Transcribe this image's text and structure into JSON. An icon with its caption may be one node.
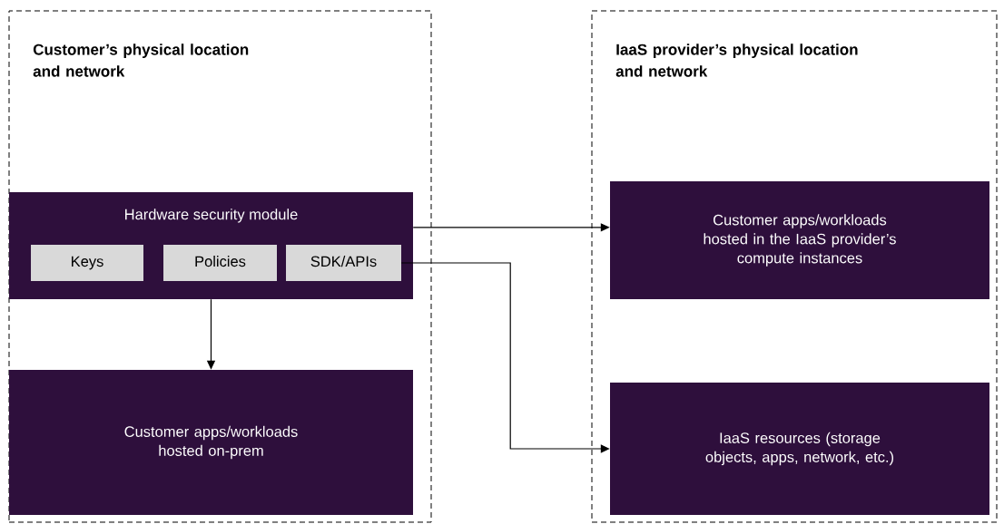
{
  "diagram": {
    "nodes": [
      {
        "text": [
          "Customer’s physical location and network"
        ]
      },
      {
        "text": [
          "IaaS provider’s physical location and network"
        ]
      },
      {
        "text": [
          "Hardware security module"
        ],
        "in": 0
      },
      {
        "text": [
          "Keys"
        ],
        "in": 2
      },
      {
        "text": [
          "Policies"
        ],
        "in": 2
      },
      {
        "text": [
          "SDK/APIs"
        ],
        "in": 2
      },
      {
        "text": [
          "Customer apps/workloads hosted on-prem"
        ],
        "in": 0
      },
      {
        "text": [
          "Customer apps/workloads hosted in the IaaS provider’s compute instances"
        ],
        "in": 1
      },
      {
        "text": [
          "IaaS resources (storage objects, apps, network, etc.)"
        ],
        "in": 1
      }
    ],
    "edges": [
      {
        "from": 2,
        "to": 7,
        "arrow": "to"
      },
      {
        "from": 5,
        "to": 8,
        "arrow": "to"
      },
      {
        "from": 2,
        "to": 6,
        "arrow": "to"
      }
    ]
  }
}
